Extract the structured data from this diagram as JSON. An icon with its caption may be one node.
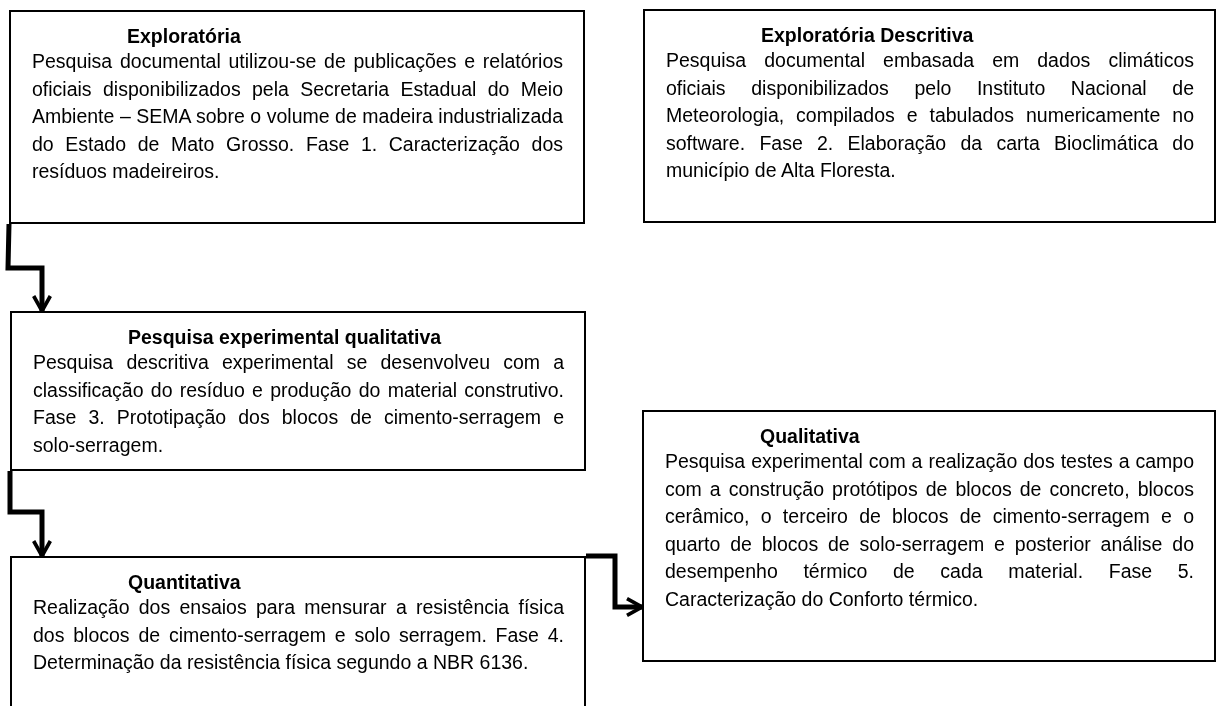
{
  "diagram": {
    "nodes": [
      {
        "text": [
          "Exploratória",
          "Pesquisa documental utilizou-se de publicações e relatórios oficiais disponibilizados pela Secretaria Estadual do Meio Ambiente – SEMA sobre o volume de madeira industrializada do Estado de Mato Grosso. Fase 1. Caracterização dos resíduos madeireiros."
        ]
      },
      {
        "text": [
          "Exploratória Descritiva",
          "Pesquisa documental embasada em dados climáticos oficiais disponibilizados pelo Instituto Nacional de Meteorologia, compilados e tabulados numericamente no software. Fase 2. Elaboração da carta Bioclimática do município de Alta Floresta."
        ]
      },
      {
        "text": [
          "Pesquisa experimental qualitativa",
          "Pesquisa descritiva experimental se desenvolveu com a classificação do resíduo e produção do material construtivo. Fase 3. Prototipação dos blocos de cimento-serragem e solo-serragem."
        ]
      },
      {
        "text": [
          "Qualitativa",
          "Pesquisa experimental com a realização dos testes a campo com a construção protótipos de blocos de concreto, blocos cerâmico, o terceiro de blocos de cimento-serragem e o quarto de blocos de solo-serragem e posterior análise do desempenho térmico de cada material. Fase 5. Caracterização do Conforto térmico."
        ]
      },
      {
        "text": [
          "Quantitativa",
          "Realização dos ensaios para mensurar a resistência física dos blocos de cimento-serragem e solo serragem. Fase 4. Determinação da resistência física segundo a NBR 6136."
        ]
      }
    ],
    "edges": [
      {
        "from": 0,
        "to": 2,
        "arrow": "to"
      },
      {
        "from": 2,
        "to": 4,
        "arrow": "to"
      },
      {
        "from": 4,
        "to": 3,
        "arrow": "to"
      }
    ]
  }
}
